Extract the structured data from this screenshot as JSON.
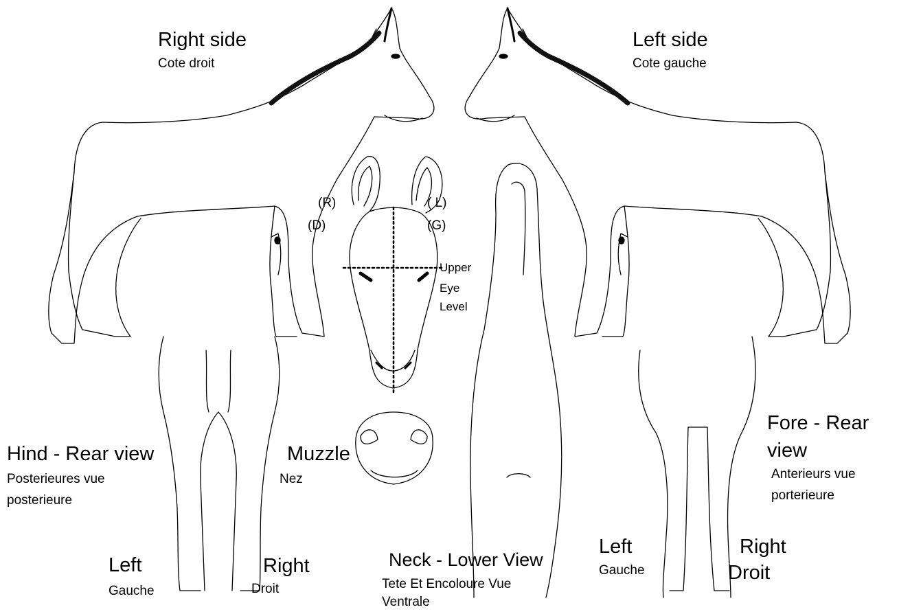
{
  "labels": {
    "right_side": "Right side",
    "cote_droit": "Cote droit",
    "left_side": "Left side",
    "cote_gauche": "Cote gauche",
    "r": "(R)",
    "d": "(D)",
    "l": "(  L)",
    "g": "(G)",
    "upper": "Upper",
    "eye": "Eye",
    "level": "Level",
    "hind_rear": "Hind - Rear view",
    "posterieures_1": "Posterieures vue",
    "posterieures_2": "posterieure",
    "muzzle": "Muzzle",
    "nez": "Nez",
    "fore_rear_1": "Fore - Rear",
    "fore_rear_2": "view",
    "anterieurs_1": "Anterieurs vue",
    "anterieurs_2": "porterieure",
    "hind_left": "Left",
    "hind_gauche": "Gauche",
    "hind_right": "Right",
    "hind_droit": "Droit",
    "neck_lower": "Neck - Lower View",
    "tete_1": "Tete Et Encoloure Vue",
    "tete_2": "Ventrale",
    "fore_left": "Left",
    "fore_gauche": "Gauche",
    "fore_right": "Right",
    "fore_droit": "Droit"
  },
  "colors": {
    "line": "#000000",
    "background": "#ffffff"
  }
}
